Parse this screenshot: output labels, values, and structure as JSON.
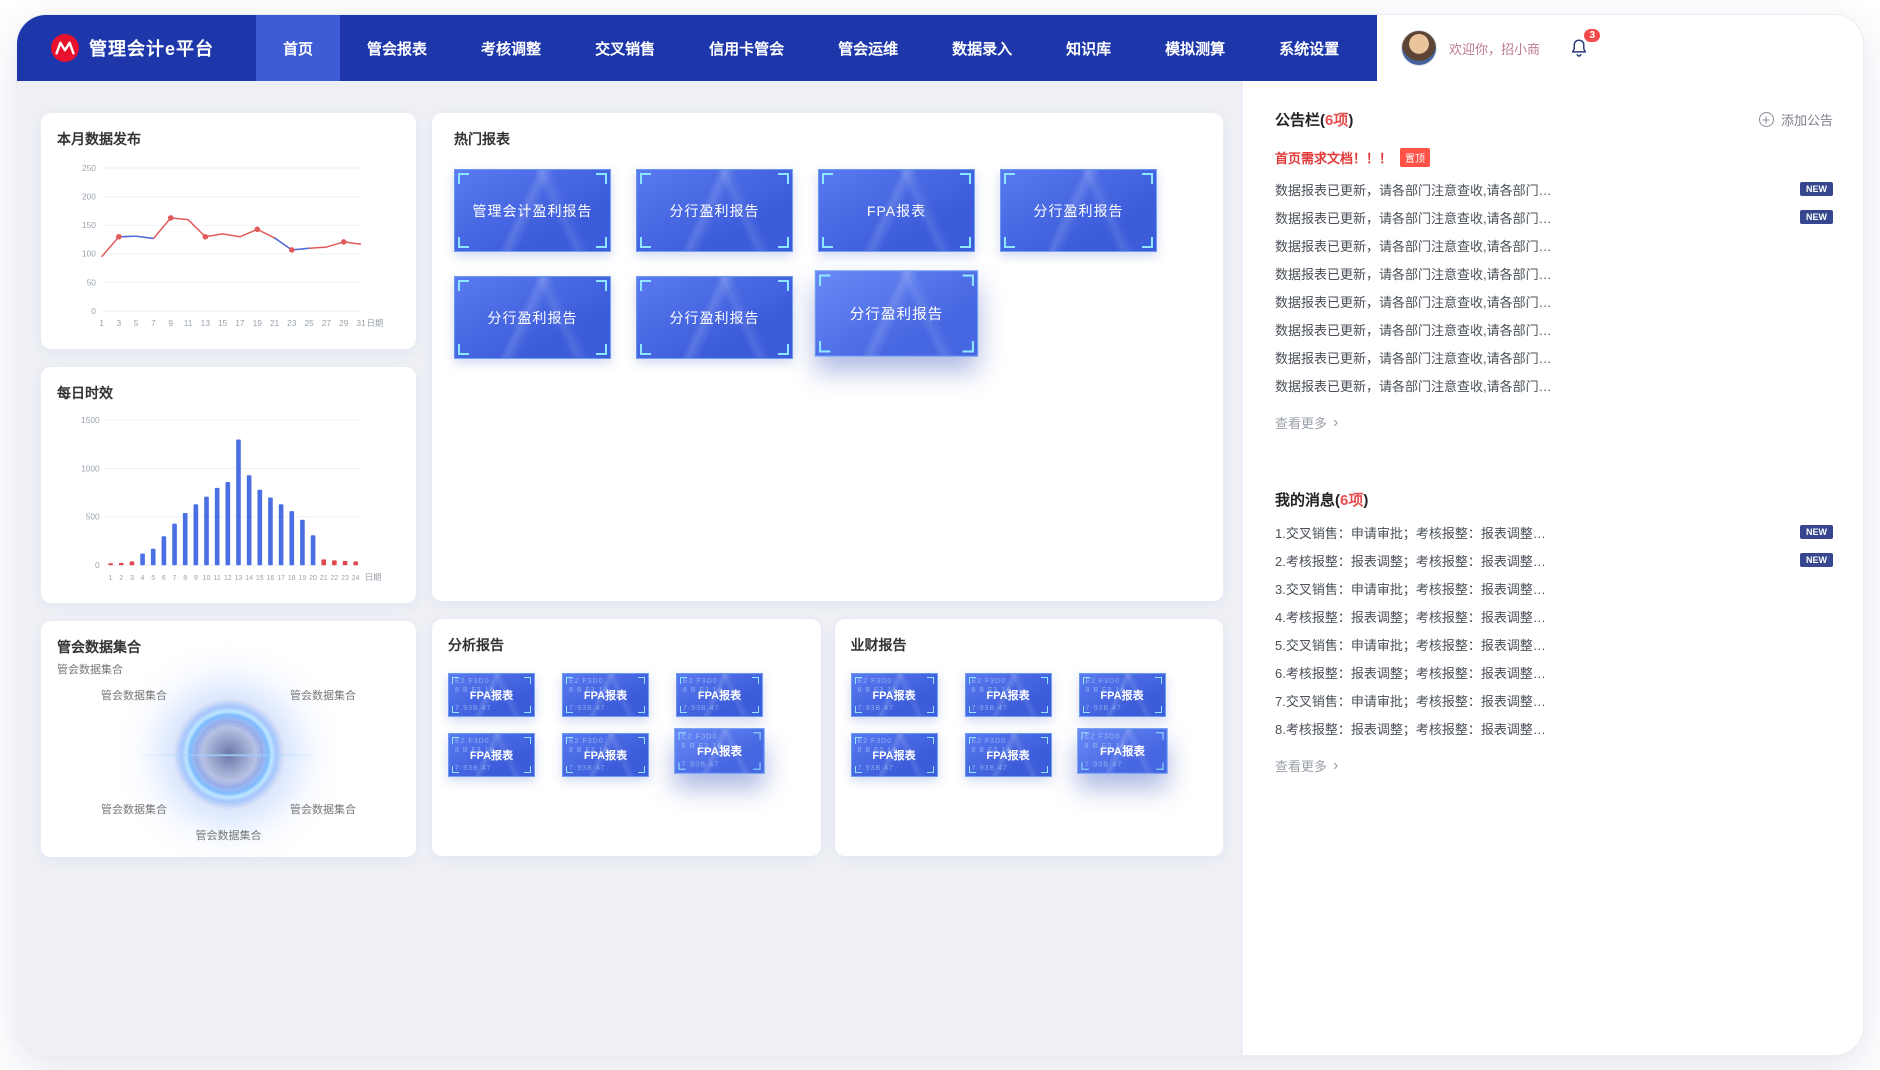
{
  "header": {
    "title": "管理会计e平台",
    "nav": [
      {
        "label": "首页",
        "active": true
      },
      {
        "label": "管会报表"
      },
      {
        "label": "考核调整"
      },
      {
        "label": "交叉销售"
      },
      {
        "label": "信用卡管会"
      },
      {
        "label": "管会运维"
      },
      {
        "label": "数据录入"
      },
      {
        "label": "知识库"
      },
      {
        "label": "模拟测算"
      },
      {
        "label": "系统设置"
      }
    ],
    "user": {
      "greeting": "欢迎你，招小商",
      "badge": "3"
    }
  },
  "monthly_card": {
    "title": "本月数据发布"
  },
  "daily_card": {
    "title": "每日时效"
  },
  "collection_card": {
    "title": "管会数据集合",
    "labels": [
      "管会数据集合",
      "管会数据集合",
      "管会数据集合",
      "管会数据集合",
      "管会数据集合",
      "管会数据集合"
    ]
  },
  "hot_card": {
    "title": "热门报表",
    "tiles": [
      {
        "label": "管理会计盈利报告"
      },
      {
        "label": "分行盈利报告"
      },
      {
        "label": "FPA报表"
      },
      {
        "label": "分行盈利报告"
      },
      {
        "label": "分行盈利报告"
      },
      {
        "label": "分行盈利报告"
      },
      {
        "label": "分行盈利报告",
        "raised": true
      }
    ]
  },
  "analysis_card": {
    "title": "分析报告",
    "tiles": [
      {
        "label": "FPA报表"
      },
      {
        "label": "FPA报表"
      },
      {
        "label": "FPA报表"
      },
      {
        "label": "FPA报表"
      },
      {
        "label": "FPA报表"
      },
      {
        "label": "FPA报表",
        "raised": true
      }
    ]
  },
  "finance_card": {
    "title": "业财报告",
    "tiles": [
      {
        "label": "FPA报表"
      },
      {
        "label": "FPA报表"
      },
      {
        "label": "FPA报表"
      },
      {
        "label": "FPA报表"
      },
      {
        "label": "FPA报表"
      },
      {
        "label": "FPA报表",
        "raised": true
      }
    ]
  },
  "tile_noise": [
    "E2 F3D0",
    "8 B F3 14",
    "7·93B 47"
  ],
  "announcements": {
    "title_prefix": "公告栏(",
    "title_count": "6项",
    "title_suffix": ")",
    "add_label": "添加公告",
    "pinned": {
      "text": "首页需求文档！！！",
      "badge": "置顶"
    },
    "items": [
      {
        "text": "数据报表已更新，请各部门注意查收,请各部门…",
        "new": true
      },
      {
        "text": "数据报表已更新，请各部门注意查收,请各部门…",
        "new": true
      },
      {
        "text": "数据报表已更新，请各部门注意查收,请各部门…"
      },
      {
        "text": "数据报表已更新，请各部门注意查收,请各部门…"
      },
      {
        "text": "数据报表已更新，请各部门注意查收,请各部门…"
      },
      {
        "text": "数据报表已更新，请各部门注意查收,请各部门…"
      },
      {
        "text": "数据报表已更新，请各部门注意查收,请各部门…"
      },
      {
        "text": "数据报表已更新，请各部门注意查收,请各部门…"
      }
    ],
    "more_label": "查看更多"
  },
  "messages": {
    "title_prefix": "我的消息(",
    "title_count": "6项",
    "title_suffix": ")",
    "items": [
      {
        "text": "1.交叉销售：申请审批；考核报整：报表调整…",
        "new": true
      },
      {
        "text": "2.考核报整：报表调整；考核报整：报表调整…",
        "new": true
      },
      {
        "text": "3.交叉销售：申请审批；考核报整：报表调整…"
      },
      {
        "text": "4.考核报整：报表调整；考核报整：报表调整…"
      },
      {
        "text": "5.交叉销售：申请审批；考核报整：报表调整…"
      },
      {
        "text": "6.考核报整：报表调整；考核报整：报表调整…"
      },
      {
        "text": "7.交叉销售：申请审批；考核报整：报表调整…"
      },
      {
        "text": "8.考核报整：报表调整；考核报整：报表调整…"
      }
    ],
    "more_label": "查看更多"
  },
  "labels": {
    "new_badge": "NEW",
    "chevron": "›"
  },
  "colors": {
    "navbar": "#1d37ab",
    "nav_active": "#3e5cd6",
    "tile_blue": "#4a67e0",
    "tile_corner": "#8fe6ff",
    "brand_red": "#e8112d",
    "alert_red": "#e23a3a",
    "new_badge": "#37478f"
  },
  "chart_data": [
    {
      "id": "monthly-line",
      "type": "line",
      "title": "本月数据发布",
      "x": [
        1,
        3,
        5,
        7,
        9,
        11,
        13,
        15,
        17,
        19,
        21,
        23,
        25,
        27,
        29,
        31
      ],
      "values": [
        95,
        130,
        131,
        127,
        163,
        160,
        130,
        135,
        130,
        143,
        128,
        107,
        110,
        112,
        121,
        117
      ],
      "dot_indices": [
        1,
        4,
        6,
        9,
        11,
        14
      ],
      "blue_segments": [
        [
          1,
          3
        ],
        [
          10,
          12
        ]
      ],
      "ylim": [
        0,
        250
      ],
      "yticks": [
        0,
        50,
        100,
        150,
        200,
        250
      ],
      "xlabel": "日期",
      "line_color": "#e25b5b",
      "alt_color": "#4a6fe3",
      "grid": true,
      "legend": "none"
    },
    {
      "id": "daily-bars",
      "type": "bar",
      "title": "每日时效",
      "x": [
        1,
        2,
        3,
        4,
        5,
        6,
        7,
        8,
        9,
        10,
        11,
        12,
        13,
        14,
        15,
        16,
        17,
        18,
        19,
        20,
        21,
        22,
        23,
        24
      ],
      "values": [
        20,
        25,
        40,
        120,
        170,
        300,
        430,
        540,
        630,
        710,
        800,
        860,
        1300,
        930,
        780,
        700,
        630,
        560,
        470,
        310,
        60,
        50,
        45,
        40
      ],
      "red_indices": [
        0,
        1,
        2,
        20,
        21,
        22,
        23
      ],
      "ylim": [
        0,
        1500
      ],
      "yticks": [
        0,
        500,
        1000,
        1500
      ],
      "xlabel": "日期",
      "bar_color": "#4a6fe3",
      "alt_color": "#e0484f",
      "grid": true,
      "legend": "none"
    }
  ]
}
